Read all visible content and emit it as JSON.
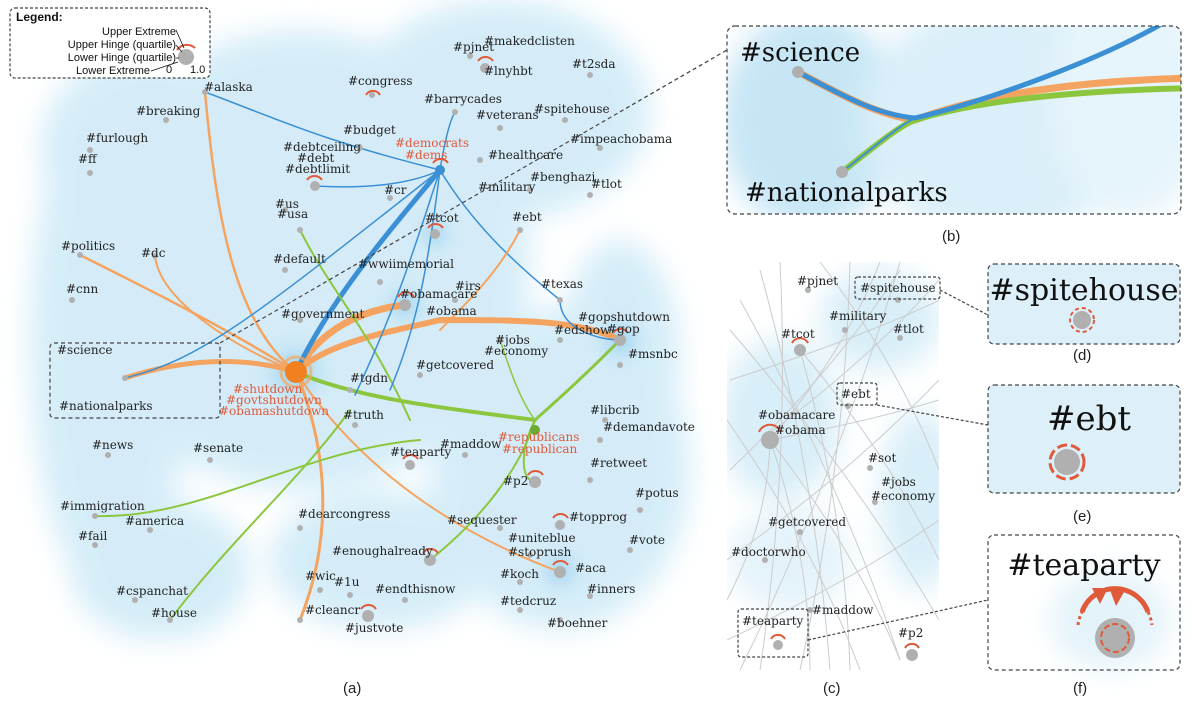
{
  "colors": {
    "edge_orange": "#f4a460",
    "edge_blue": "#3b8fd4",
    "edge_green": "#8cc63f",
    "edge_gray": "#c8c8c8",
    "node_gray": "#b0b0b0",
    "accent_red": "#e05a3a",
    "node_orange": "#f08020",
    "density_blue": "#cde9f6"
  },
  "legend": {
    "title": "Legend:",
    "upper_extreme": "Upper Extreme",
    "upper_hinge": "Upper Hinge (quartile)",
    "lower_hinge": "Lower Hinge (quartile)",
    "lower_extreme": "Lower Extreme",
    "scale_min": "0",
    "scale_max": "1.0"
  },
  "captions": {
    "a": "(a)",
    "b": "(b)",
    "c": "(c)",
    "d": "(d)",
    "e": "(e)",
    "f": "(f)"
  },
  "main_tags": [
    "#alaska",
    "#breaking",
    "#furlough",
    "#ff",
    "#politics",
    "#dc",
    "#cnn",
    "#science",
    "#nationalparks",
    "#news",
    "#senate",
    "#immigration",
    "#america",
    "#fail",
    "#cspanchat",
    "#house",
    "#congress",
    "#budget",
    "#debtceiling",
    "#debt",
    "#debtlimit",
    "#cr",
    "#us",
    "#usa",
    "#default",
    "#tcot",
    "#wwiimemorial",
    "#government",
    "#irs",
    "#obamacare",
    "#obama",
    "#tgdn",
    "#getcovered",
    "#truth",
    "#teaparty",
    "#maddow",
    "#dearcongress",
    "#wic",
    "#1u",
    "#endthisnow",
    "#cleancr",
    "#justvote",
    "#enoughalready",
    "#pjnet",
    "#makedclisten",
    "#lnyhbt",
    "#t2sda",
    "#barrycades",
    "#veterans",
    "#spitehouse",
    "#impeachobama",
    "#healthcare",
    "#military",
    "#benghazi",
    "#tlot",
    "#ebt",
    "#texas",
    "#gopshutdown",
    "#gop",
    "#edshow",
    "#jobs",
    "#economy",
    "#msnbc",
    "#libcrib",
    "#demandavote",
    "#retweet",
    "#p2",
    "#potus",
    "#sequester",
    "#topprog",
    "#uniteblue",
    "#stoprush",
    "#vote",
    "#aca",
    "#koch",
    "#inners",
    "#tedcruz",
    "#boehner"
  ],
  "red_tags": {
    "democrats": "#democrats",
    "dems": "#dems",
    "shutdown": "#shutdown",
    "govtshutdown": "#govtshutdown",
    "obamashutdown": "#obamashutdown",
    "republicans": "#republicans",
    "republican": "#republican"
  },
  "panel_b": {
    "science": "#science",
    "nationalparks": "#nationalparks"
  },
  "panel_c_tags": [
    "#pjnet",
    "#spitehouse",
    "#military",
    "#tcot",
    "#tlot",
    "#ebt",
    "#obamacare",
    "#obama",
    "#sot",
    "#jobs",
    "#economy",
    "#getcovered",
    "#doctorwho",
    "#maddow",
    "#teaparty",
    "#p2"
  ],
  "panel_d": {
    "label": "#spitehouse"
  },
  "panel_e": {
    "label": "#ebt"
  },
  "panel_f": {
    "label": "#teaparty"
  }
}
